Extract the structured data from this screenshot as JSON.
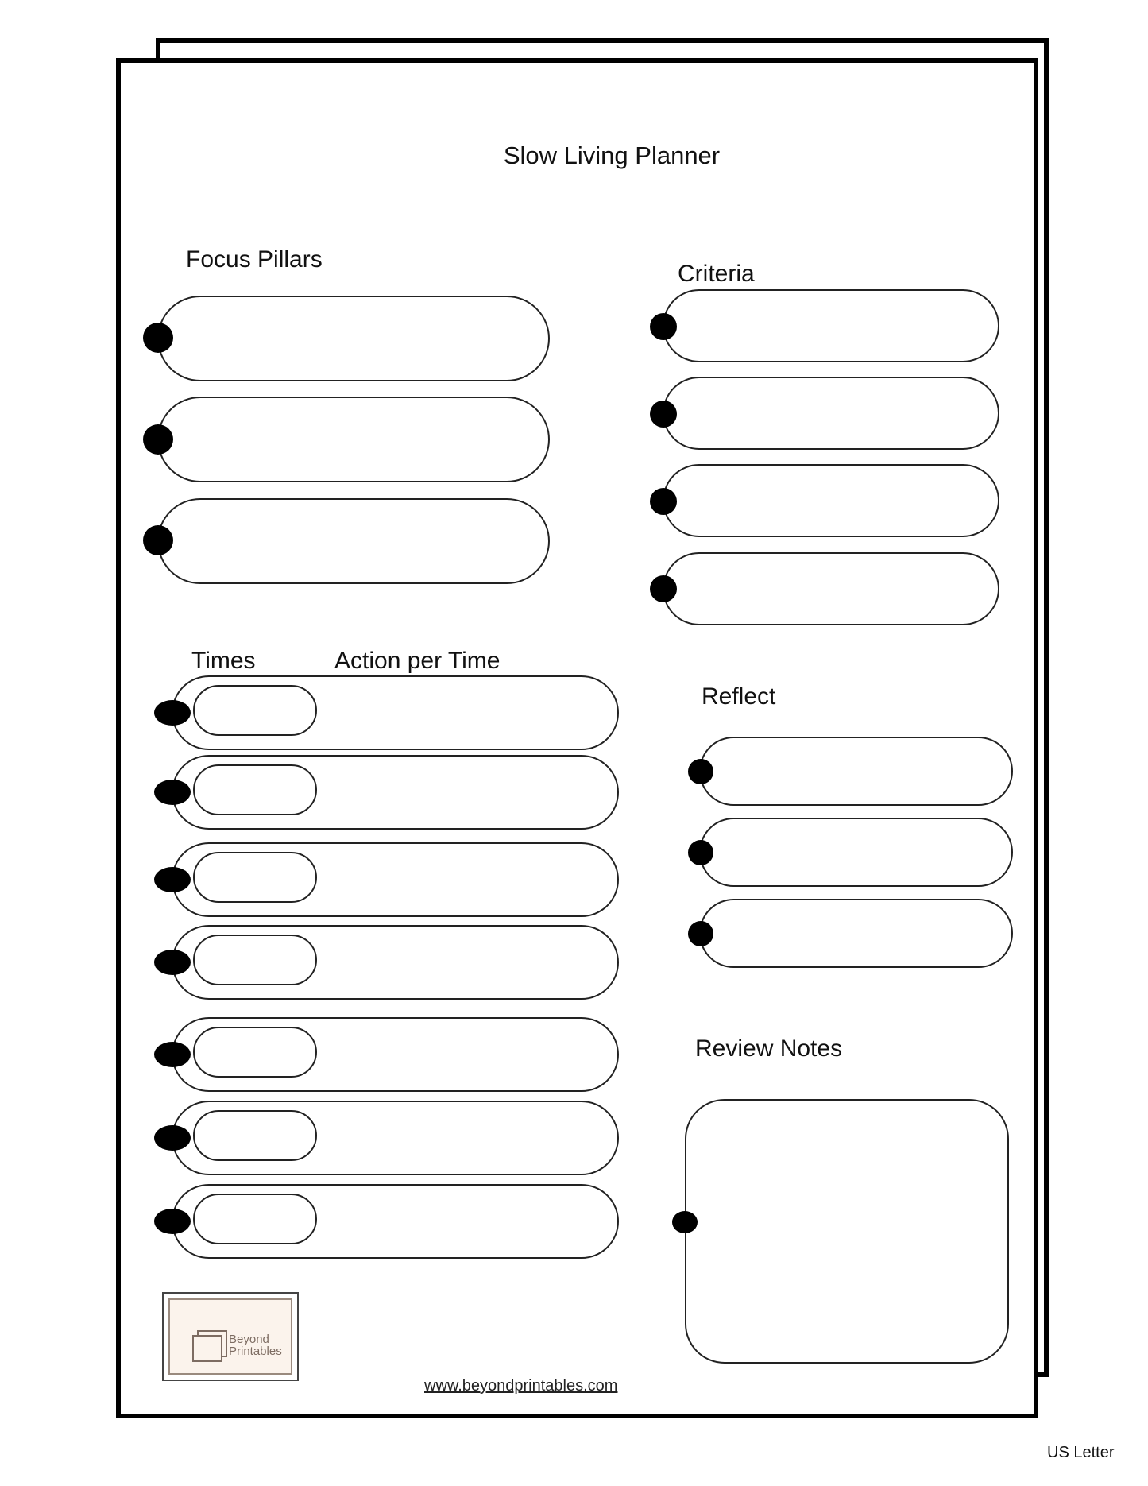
{
  "title": "Slow Living Planner",
  "sections": {
    "focus_pillars": "Focus Pillars",
    "criteria": "Criteria",
    "times": "Times",
    "action_per_time": "Action per Time",
    "reflect": "Reflect",
    "review_notes": "Review Notes"
  },
  "footer": {
    "logo_line1": "Beyond",
    "logo_line2": "Printables",
    "url": "www.beyondprintables.com",
    "paper_size": "US Letter"
  }
}
